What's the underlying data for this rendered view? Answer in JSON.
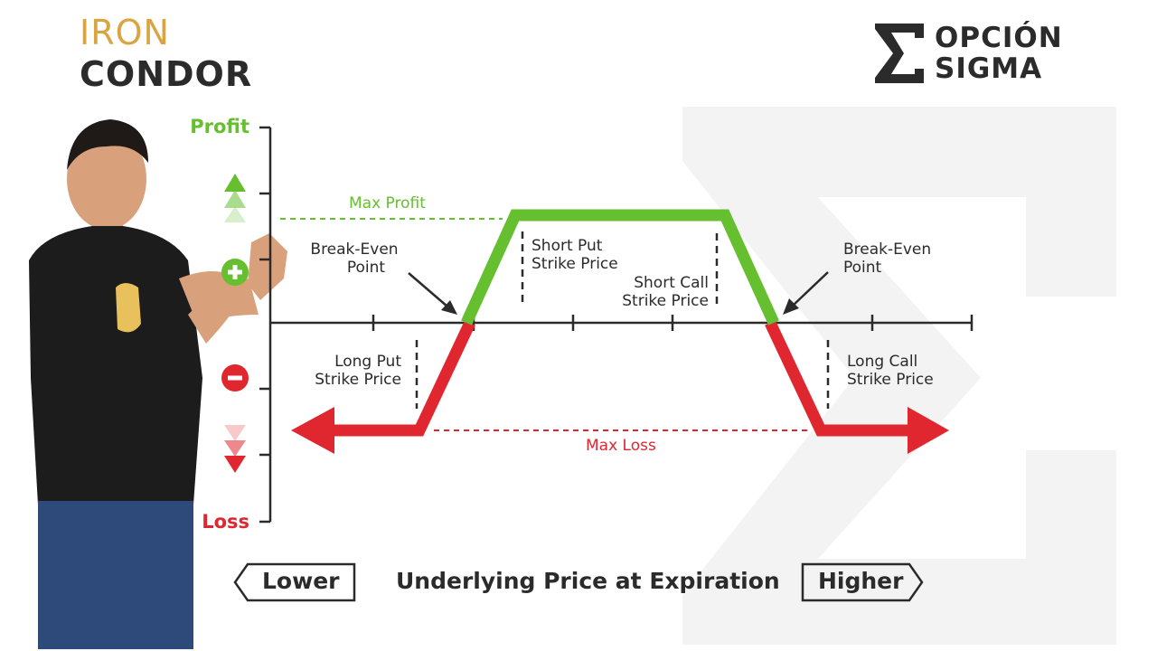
{
  "header": {
    "title_line1": "IRON",
    "title_line2": "CONDOR"
  },
  "brand": {
    "word1": "OPCIÓN",
    "word2": "SIGMA",
    "logo_icon": "sigma-icon"
  },
  "y_axis": {
    "top_label": "Profit",
    "bottom_label": "Loss",
    "plus_icon": "plus-circle-icon",
    "minus_icon": "minus-circle-icon"
  },
  "annotations": {
    "max_profit": "Max Profit",
    "max_loss": "Max Loss",
    "be_left_line1": "Break-Even",
    "be_left_line2": "Point",
    "be_right_line1": "Break-Even",
    "be_right_line2": "Point",
    "short_put_line1": "Short Put",
    "short_put_line2": "Strike Price",
    "short_call_line1": "Short Call",
    "short_call_line2": "Strike Price",
    "long_put_line1": "Long Put",
    "long_put_line2": "Strike Price",
    "long_call_line1": "Long Call",
    "long_call_line2": "Strike Price"
  },
  "x_axis": {
    "lower": "Lower",
    "title": "Underlying Price at Expiration",
    "higher": "Higher"
  },
  "colors": {
    "profit": "#66bf2f",
    "loss": "#e0272f",
    "title_gold": "#d9a441",
    "dark": "#2b2b2b"
  }
}
